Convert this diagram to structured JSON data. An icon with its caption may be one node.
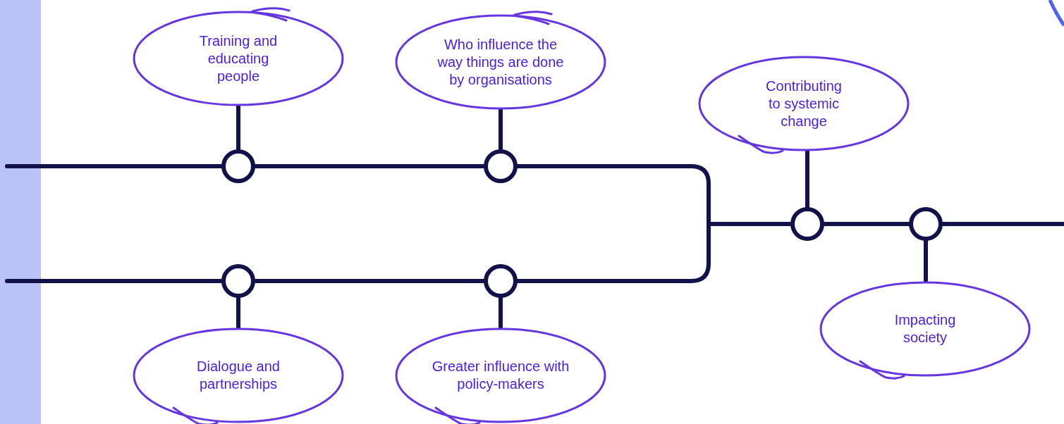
{
  "diagram": {
    "nodes": [
      {
        "text": [
          "Training and educating people"
        ]
      },
      {
        "text": [
          "Who influence the way things are done by organisations"
        ]
      },
      {
        "text": [
          "Dialogue and partnerships"
        ]
      },
      {
        "text": [
          "Greater influence with policy-makers"
        ]
      },
      {
        "text": [
          "Contributing to systemic change"
        ]
      },
      {
        "text": [
          "Impacting society"
        ]
      },
      {
        "text": [],
        "shape": "circle"
      },
      {
        "text": [],
        "shape": "circle"
      },
      {
        "text": [],
        "shape": "circle"
      },
      {
        "text": [],
        "shape": "circle"
      },
      {
        "text": [],
        "shape": "circle"
      },
      {
        "text": [],
        "shape": "circle"
      },
      {
        "text": [],
        "shape": "bar"
      }
    ],
    "edges": [
      {
        "from": 0,
        "to": 6,
        "arrow": "none"
      },
      {
        "from": 1,
        "to": 7,
        "arrow": "none"
      },
      {
        "from": 8,
        "to": 2,
        "arrow": "none"
      },
      {
        "from": 9,
        "to": 3,
        "arrow": "none"
      },
      {
        "from": 10,
        "to": 4,
        "arrow": "none"
      },
      {
        "from": 11,
        "to": 5,
        "arrow": "none"
      },
      {
        "from": 12,
        "to": 6,
        "arrow": "none"
      },
      {
        "from": 6,
        "to": 7,
        "arrow": "none"
      },
      {
        "from": 7,
        "to": 10,
        "arrow": "none"
      },
      {
        "from": 12,
        "to": 8,
        "arrow": "none"
      },
      {
        "from": 8,
        "to": 9,
        "arrow": "none"
      },
      {
        "from": 9,
        "to": 10,
        "arrow": "none"
      },
      {
        "from": 10,
        "to": 11,
        "arrow": "none"
      },
      {
        "from": 11,
        "to": null,
        "arrow": "none"
      }
    ]
  }
}
